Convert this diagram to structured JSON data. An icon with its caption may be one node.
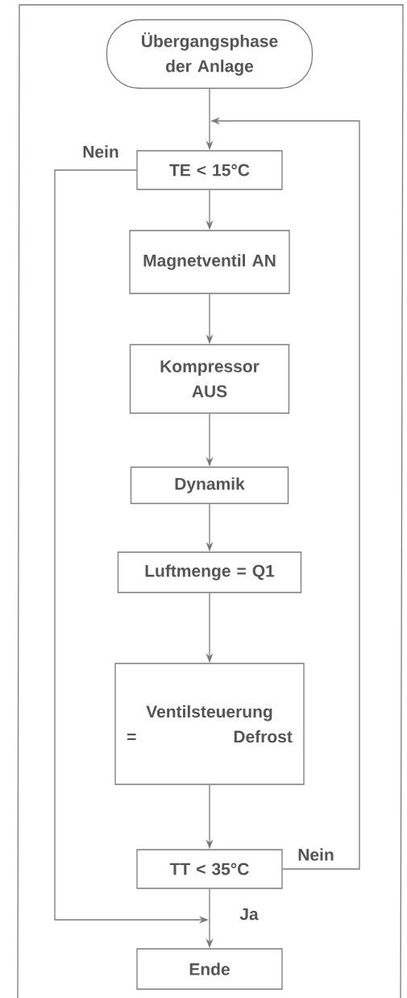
{
  "diagram": {
    "nodes": [
      {
        "text": [
          "Übergangsphase der Anlage"
        ]
      },
      {
        "text": [
          "TE < 15°C"
        ]
      },
      {
        "text": [
          "Magnetventil AN"
        ]
      },
      {
        "text": [
          "Kompressor AUS"
        ]
      },
      {
        "text": [
          "Dynamik"
        ]
      },
      {
        "text": [
          "Luftmenge = Q1"
        ]
      },
      {
        "text": [
          "Ventilsteuerung = Defrost"
        ]
      },
      {
        "text": [
          "TT < 35°C"
        ]
      },
      {
        "text": [
          "Ende"
        ]
      }
    ],
    "edges": [
      {
        "from": 0,
        "to": 1,
        "arrow": "to"
      },
      {
        "from": 1,
        "to": 2,
        "arrow": "to"
      },
      {
        "from": 2,
        "to": 3,
        "arrow": "to"
      },
      {
        "from": 3,
        "to": 4,
        "arrow": "to"
      },
      {
        "from": 4,
        "to": 5,
        "arrow": "to"
      },
      {
        "from": 5,
        "to": 6,
        "arrow": "to"
      },
      {
        "from": 6,
        "to": 7,
        "arrow": "to"
      },
      {
        "from": 7,
        "to": 8,
        "label": "Ja",
        "arrow": "to"
      },
      {
        "from": 7,
        "to": 1,
        "label": "Nein",
        "arrow": "to"
      },
      {
        "from": 1,
        "to": 8,
        "label": "Nein",
        "arrow": "to"
      }
    ]
  }
}
